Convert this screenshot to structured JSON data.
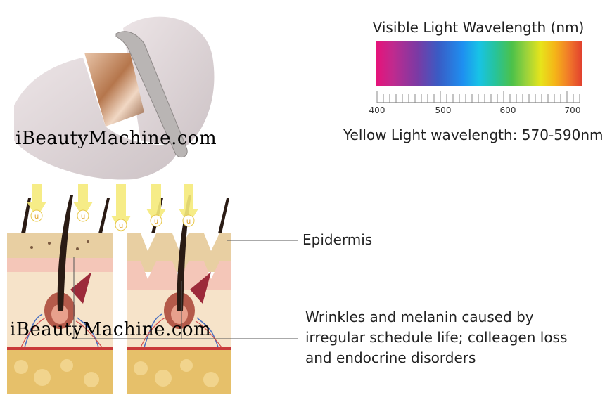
{
  "spectrum": {
    "title": "Visible Light Wavelength (nm)",
    "ticks": [
      "400",
      "500",
      "600",
      "700"
    ],
    "yellow_caption": "Yellow Light wavelength: 570-590nm"
  },
  "labels": {
    "epidermis": "Epidermis",
    "wrinkles_line1": "Wrinkles and melanin caused by",
    "wrinkles_line2": "irregular schedule life; colleagen loss",
    "wrinkles_line3": "and endocrine disorders"
  },
  "watermark": "iBeautyMachine.com",
  "arrow_letter": "u",
  "colors": {
    "mask": "#ddd3d6",
    "copper": "#c8906a",
    "epidermis": "#e8cfa2",
    "dermis": "#f6e3c9",
    "subcutaneous": "#e6c06a",
    "arrow": "#f5ea7a",
    "hair": "#2a1b14"
  }
}
